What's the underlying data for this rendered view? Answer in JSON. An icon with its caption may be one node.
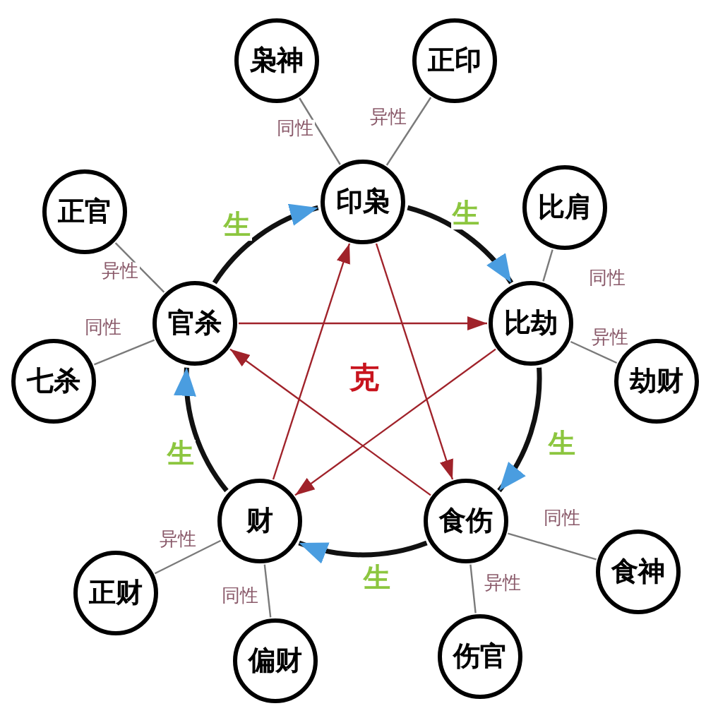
{
  "diagram": {
    "nodes": [
      {
        "text": [
          "枭神"
        ]
      },
      {
        "text": [
          "正印"
        ]
      },
      {
        "text": [
          "正官"
        ]
      },
      {
        "text": [
          "印枭"
        ]
      },
      {
        "text": [
          "比肩"
        ]
      },
      {
        "text": [
          "官杀"
        ]
      },
      {
        "text": [
          "比劫"
        ]
      },
      {
        "text": [
          "七杀"
        ]
      },
      {
        "text": [
          "劫财"
        ]
      },
      {
        "text": [
          "财"
        ]
      },
      {
        "text": [
          "食伤"
        ]
      },
      {
        "text": [
          "食神"
        ]
      },
      {
        "text": [
          "正财"
        ]
      },
      {
        "text": [
          "偏财"
        ]
      },
      {
        "text": [
          "伤官"
        ]
      }
    ],
    "edges": [
      {
        "from": 5,
        "to": 3,
        "arrow": "to",
        "label": "生",
        "style": "thick",
        "color": "#111111"
      },
      {
        "from": 3,
        "to": 6,
        "arrow": "to",
        "label": "生",
        "style": "thick",
        "color": "#111111"
      },
      {
        "from": 6,
        "to": 10,
        "arrow": "to",
        "label": "生",
        "style": "thick",
        "color": "#111111"
      },
      {
        "from": 10,
        "to": 9,
        "arrow": "to",
        "label": "生",
        "style": "thick",
        "color": "#111111"
      },
      {
        "from": 9,
        "to": 5,
        "arrow": "to",
        "label": "生",
        "style": "thick",
        "color": "#111111"
      },
      {
        "from": 3,
        "to": 10,
        "arrow": "to",
        "color": "#a0222a"
      },
      {
        "from": 10,
        "to": 5,
        "arrow": "to",
        "color": "#a0222a"
      },
      {
        "from": 5,
        "to": 6,
        "arrow": "to",
        "color": "#a0222a"
      },
      {
        "from": 6,
        "to": 9,
        "arrow": "to",
        "color": "#a0222a"
      },
      {
        "from": 9,
        "to": 3,
        "arrow": "to",
        "color": "#a0222a"
      },
      {
        "from": 3,
        "to": 0,
        "arrow": "none",
        "label": "同性"
      },
      {
        "from": 3,
        "to": 1,
        "arrow": "none",
        "label": "异性"
      },
      {
        "from": 6,
        "to": 4,
        "arrow": "none",
        "label": "同性"
      },
      {
        "from": 6,
        "to": 8,
        "arrow": "none",
        "label": "异性"
      },
      {
        "from": 10,
        "to": 11,
        "arrow": "none",
        "label": "同性"
      },
      {
        "from": 10,
        "to": 14,
        "arrow": "none",
        "label": "异性"
      },
      {
        "from": 9,
        "to": 12,
        "arrow": "none",
        "label": "异性"
      },
      {
        "from": 9,
        "to": 13,
        "arrow": "none",
        "label": "同性"
      },
      {
        "from": 5,
        "to": 2,
        "arrow": "none",
        "label": "异性"
      },
      {
        "from": 5,
        "to": 7,
        "arrow": "none",
        "label": "同性"
      }
    ],
    "labels": [
      "克"
    ]
  }
}
